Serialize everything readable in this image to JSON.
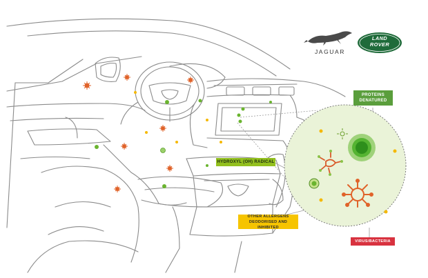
{
  "brands": {
    "jaguar": "JAGUAR",
    "land_rover_line1": "LAND",
    "land_rover_line2": "ROVER"
  },
  "labels": {
    "proteins_line1": "PROTEINS",
    "proteins_line2": "DENATURED",
    "hydroxyl": "HYDROXYL (OH) RADICAL",
    "allergens_line1": "OTHER ALLERGENS",
    "allergens_line2": "DEODORISED AND INHIBITED",
    "virus": "VIRUS/BACTERIA"
  },
  "colors": {
    "line_art": "#8a8a8a",
    "proteins_label": "#5a9e3c",
    "hydroxyl_label": "#93c01f",
    "allergens_label": "#f6c400",
    "virus_label": "#d8323f",
    "bubble_fill": "#eaf3d8",
    "land_rover_green": "#1f6b3a",
    "virus_orange": "#e0632a"
  },
  "icons": {
    "jaguar_logo": "leaping-jaguar-icon",
    "land_rover_logo": "land-rover-oval-badge",
    "virus": "virus-icon",
    "bacteria": "bacteria-icon",
    "particle": "particle-dot-icon"
  }
}
